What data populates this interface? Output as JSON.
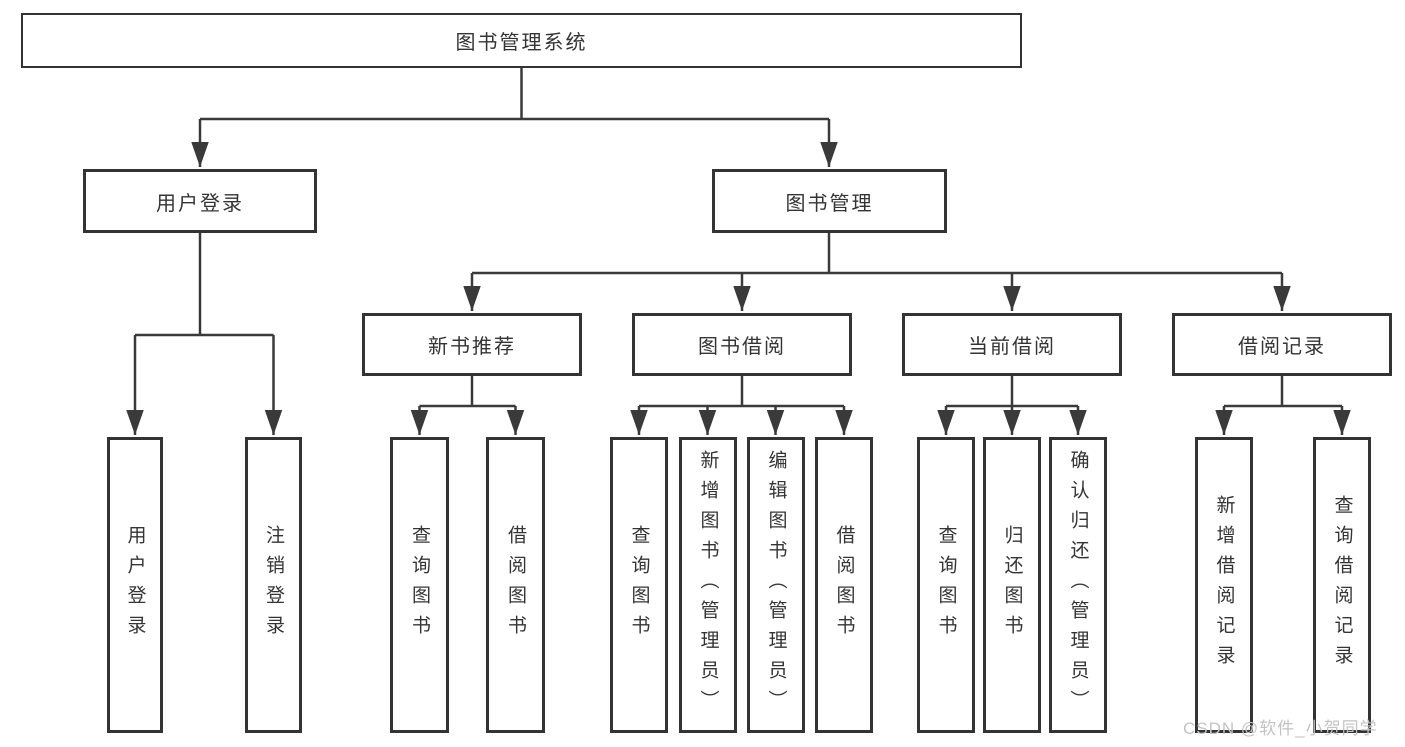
{
  "diagram": {
    "root": {
      "label": "图书管理系统",
      "children": [
        {
          "label": "用户登录",
          "children": [
            {
              "label": "用户登录"
            },
            {
              "label": "注销登录"
            }
          ]
        },
        {
          "label": "图书管理",
          "children": [
            {
              "label": "新书推荐",
              "children": [
                {
                  "label": "查询图书"
                },
                {
                  "label": "借阅图书"
                }
              ]
            },
            {
              "label": "图书借阅",
              "children": [
                {
                  "label": "查询图书"
                },
                {
                  "label": "新增图书（管理员）"
                },
                {
                  "label": "编辑图书（管理员）"
                },
                {
                  "label": "借阅图书"
                }
              ]
            },
            {
              "label": "当前借阅",
              "children": [
                {
                  "label": "查询图书"
                },
                {
                  "label": "归还图书"
                },
                {
                  "label": "确认归还（管理员）"
                }
              ]
            },
            {
              "label": "借阅记录",
              "children": [
                {
                  "label": "新增借阅记录"
                },
                {
                  "label": "查询借阅记录"
                }
              ]
            }
          ]
        }
      ]
    }
  },
  "watermark": {
    "text": "CSDN @软件_小贺同学"
  },
  "colors": {
    "line": "#3a3a3a",
    "box_border": "#333333",
    "text": "#343434",
    "watermark": "#c3c3c3",
    "background": "#ffffff"
  }
}
